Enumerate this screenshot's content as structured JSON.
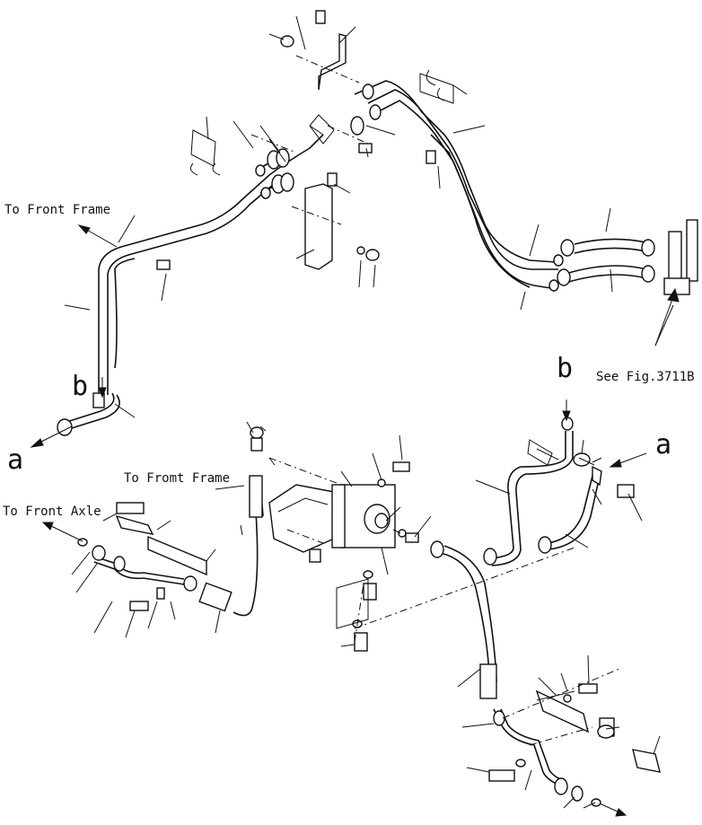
{
  "labels": {
    "to_front_frame_top": "To Front Frame",
    "to_front_frame_mid": "To Fromt Frame",
    "to_front_axle": "To Front Axle",
    "see_fig": "See Fig.3711B",
    "a_left": "a",
    "a_right": "a",
    "b_left": "b",
    "b_right": "b"
  }
}
